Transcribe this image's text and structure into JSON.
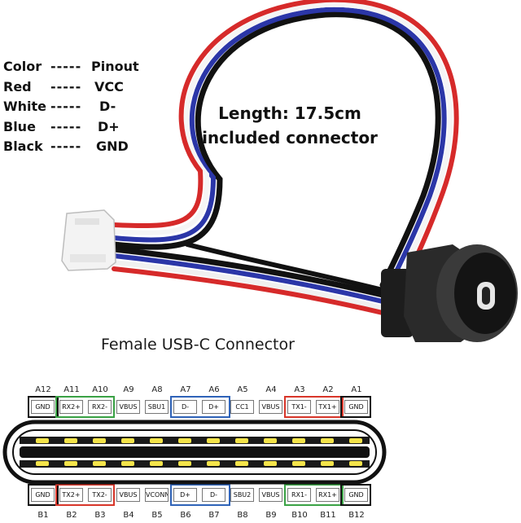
{
  "legend": {
    "header": {
      "color": "Color",
      "dash": "-----",
      "pin": "Pinout"
    },
    "rows": [
      {
        "color": "Red",
        "dash": "-----",
        "pin": "VCC"
      },
      {
        "color": "White",
        "dash": "-----",
        "pin": "D-"
      },
      {
        "color": "Blue",
        "dash": "-----",
        "pin": "D+"
      },
      {
        "color": "Black",
        "dash": "-----",
        "pin": "GND"
      }
    ]
  },
  "length_note": {
    "line1": "Length: 17.5cm",
    "line2": "included connector"
  },
  "section_title": "Female USB-C Connector",
  "pinout": {
    "top_numbers": [
      "A12",
      "A11",
      "A10",
      "A9",
      "A8",
      "A7",
      "A6",
      "A5",
      "A4",
      "A3",
      "A2",
      "A1"
    ],
    "top_labels": [
      "GND",
      "RX2+",
      "RX2-",
      "VBUS",
      "SBU1",
      "D-",
      "D+",
      "CC1",
      "VBUS",
      "TX1-",
      "TX1+",
      "GND"
    ],
    "bottom_labels": [
      "GND",
      "TX2+",
      "TX2-",
      "VBUS",
      "VCONN",
      "D+",
      "D-",
      "SBU2",
      "VBUS",
      "RX1-",
      "RX1+",
      "GND"
    ],
    "bottom_numbers": [
      "B1",
      "B2",
      "B3",
      "B4",
      "B5",
      "B6",
      "B7",
      "B8",
      "B9",
      "B10",
      "B11",
      "B12"
    ],
    "group_colors": {
      "red": "#d8362a",
      "green": "#3aa245",
      "blue": "#2f63b8",
      "black": "#111111",
      "contact": "#f4e44a"
    }
  }
}
